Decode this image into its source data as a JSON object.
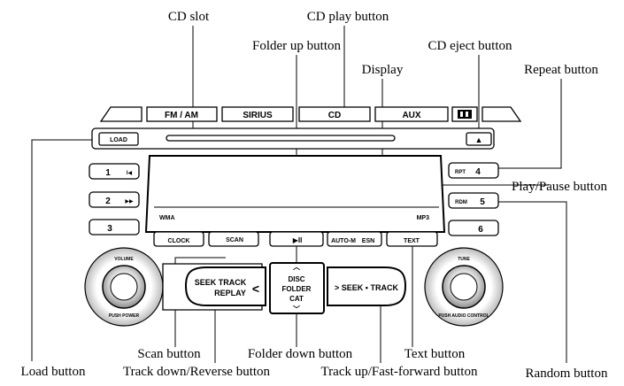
{
  "callouts": {
    "cd_slot": "CD slot",
    "cd_play": "CD play button",
    "folder_up": "Folder up button",
    "cd_eject": "CD eject button",
    "display": "Display",
    "repeat": "Repeat button",
    "play_pause": "Play/Pause button",
    "scan": "Scan button",
    "folder_down": "Folder down button",
    "text": "Text button",
    "load": "Load button",
    "track_down": "Track down/Reverse button",
    "track_up": "Track up/Fast-forward button",
    "random": "Random button"
  },
  "radio": {
    "tabs": [
      "FM / AM",
      "SIRIUS",
      "CD",
      "AUX"
    ],
    "load": "LOAD",
    "eject_symbol": "▲",
    "presets": [
      "1",
      "2",
      "3",
      "4",
      "5",
      "6"
    ],
    "rpt": "RPT",
    "rdm": "RDM",
    "display_left_label": "WMA",
    "display_right_label": "MP3",
    "soft_buttons": [
      "CLOCK",
      "SCAN",
      "▶II",
      "AUTO-M",
      "ESN",
      "TEXT"
    ],
    "seek_left_line1": "SEEK TRACK",
    "seek_left_line2": "REPLAY",
    "seek_left_arrow": "<",
    "seek_right": "> SEEK • TRACK",
    "center_line1": "DISC",
    "center_line2": "FOLDER",
    "center_line3": "CAT",
    "volume": "VOLUME",
    "power": "PUSH POWER",
    "tune": "TUNE",
    "audio_control": "PUSH AUDIO CONTROL"
  }
}
